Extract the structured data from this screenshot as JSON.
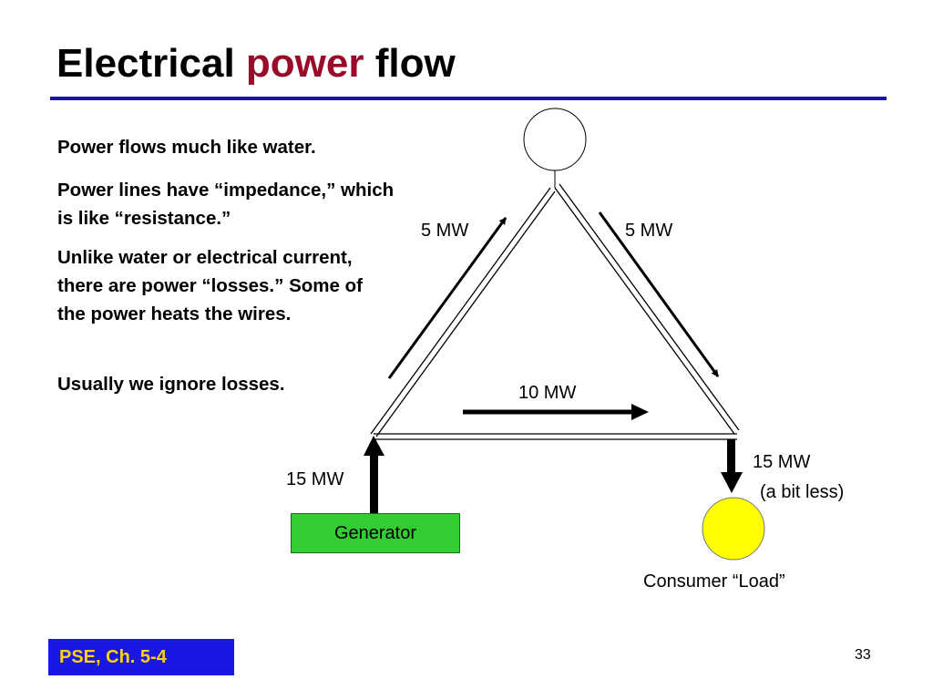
{
  "slide": {
    "title_part1": "Electrical ",
    "title_highlight": "power",
    "title_part2": " flow",
    "paragraphs": [
      "Power flows much like water.",
      "Power lines have “impedance,” which is like “resistance.”",
      "Unlike water or electrical current, there are power “losses.” Some of the power heats the wires.",
      "Usually we ignore losses."
    ],
    "footer": "PSE, Ch. 5-4",
    "page_number": "33"
  },
  "diagram": {
    "left_line_flow": "5 MW",
    "right_line_flow": "5 MW",
    "bottom_line_flow": "10 MW",
    "generator_flow": "15 MW",
    "load_flow": "15 MW",
    "load_flow_note": "(a bit less)",
    "generator_label": "Generator",
    "load_label": "Consumer “Load”"
  },
  "colors": {
    "title_highlight": "#9a0b2a",
    "rule": "#1a17a8",
    "generator": "#33cc33",
    "load": "#ffff00",
    "footer_bg": "#1a17e6",
    "footer_text": "#ffd200"
  }
}
